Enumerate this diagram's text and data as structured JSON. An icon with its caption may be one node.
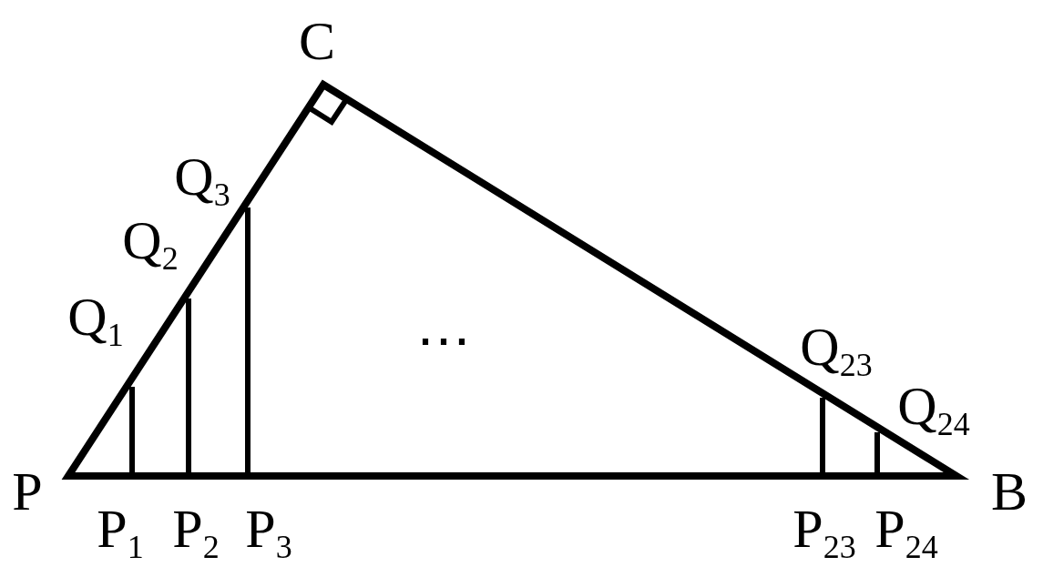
{
  "diagram": {
    "labels": [
      "C",
      "Q$_{3}$",
      "Q$_{2}$",
      "Q$_{1}$",
      "⋯",
      "Q$_{23}$",
      "Q$_{24}$",
      "P",
      "B",
      "P$_{1}$",
      "P$_{2}$",
      "P$_{3}$",
      "P$_{23}$",
      "P$_{24}$"
    ]
  }
}
